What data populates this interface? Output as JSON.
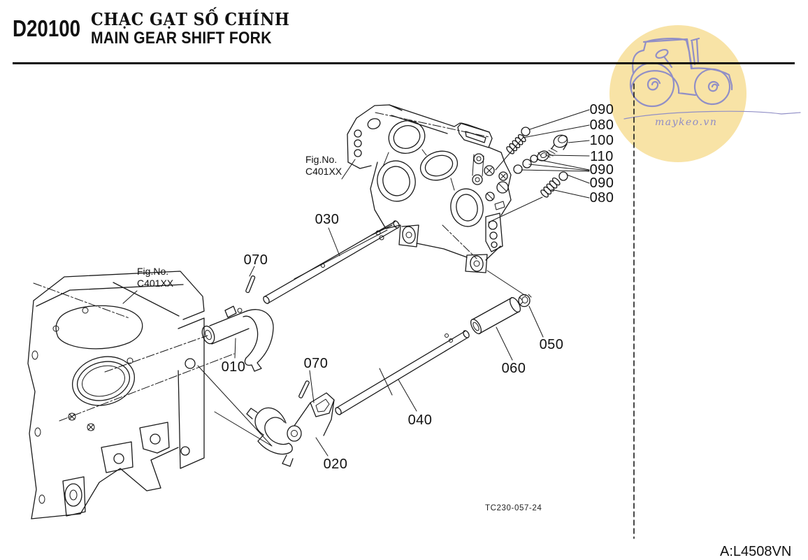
{
  "header": {
    "code": "D20100",
    "title_vi": "CHẠC GẠT SỐ CHÍNH",
    "title_en": "MAIN GEAR SHIFT FORK"
  },
  "watermark": {
    "site": "maykeo.vn"
  },
  "figure_refs": {
    "top": {
      "line1": "Fig.No.",
      "line2": "C401XX"
    },
    "left": {
      "line1": "Fig.No.",
      "line2": "C401XX"
    }
  },
  "callouts": {
    "c090_top": "090",
    "c080_top": "080",
    "c100": "100",
    "c110": "110",
    "c090_mid": "090",
    "c090_low": "090",
    "c080_low": "080",
    "c030": "030",
    "c070_upper": "070",
    "c010": "010",
    "c070_lower": "070",
    "c020": "020",
    "c040": "040",
    "c060": "060",
    "c050": "050"
  },
  "footer": {
    "drawing_code": "TC230-057-24",
    "page_code": "A:L4508VN"
  },
  "colors": {
    "watermark_circle": "#f8e3a6",
    "watermark_art": "#918fc6",
    "line_art": "#1a1a1a"
  }
}
